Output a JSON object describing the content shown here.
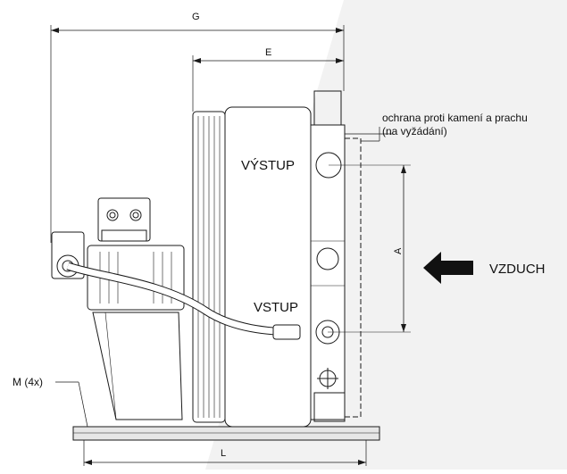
{
  "dimensions": {
    "G": "G",
    "E": "E",
    "A": "A",
    "L": "L"
  },
  "labels": {
    "protection_line1": "ochrana proti kamení a prachu",
    "protection_line2": "(na vyžádání)",
    "outlet": "VÝSTUP",
    "inlet": "VSTUP",
    "air": "VZDUCH",
    "mounting": "M (4x)"
  },
  "colors": {
    "line": "#1a1a1a",
    "shade": "#f2f2f2",
    "arrow": "#111111"
  }
}
